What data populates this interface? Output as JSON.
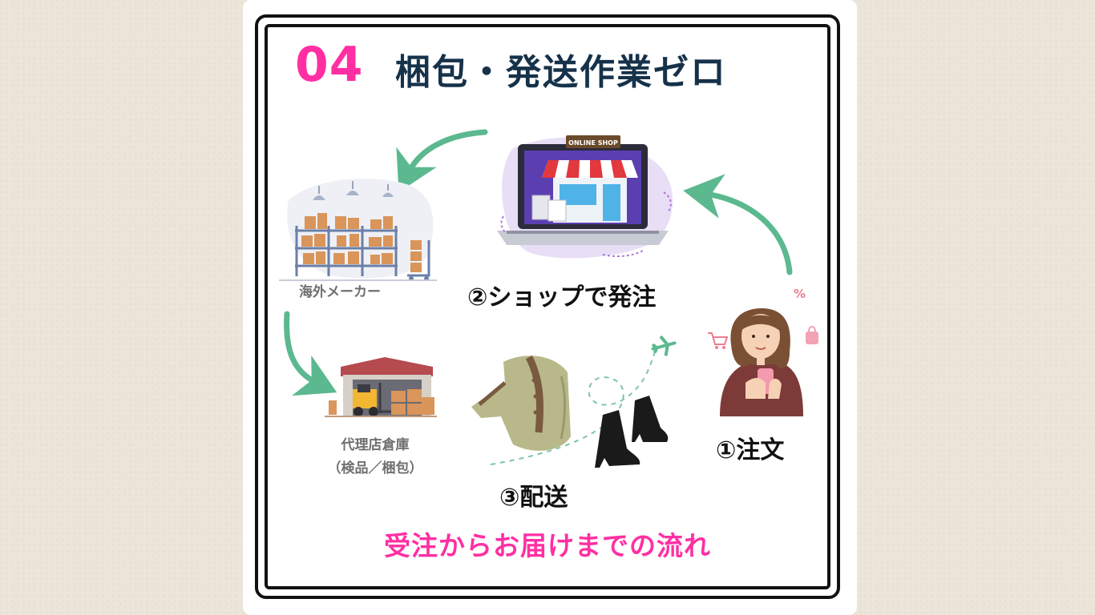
{
  "header": {
    "number": "04",
    "title": "梱包・発送作業ゼロ"
  },
  "diagram": {
    "shop_sign": "ONLINE SHOP",
    "step_order": "①注文",
    "step_shop": "②ショップで発注",
    "step_delivery": "③配送",
    "maker": "海外メーカー",
    "warehouse_line1": "代理店倉庫",
    "warehouse_line2": "（検品／梱包）",
    "percent_glyph": "%"
  },
  "footer": {
    "caption": "受注からお届けまでの流れ"
  },
  "colors": {
    "accent_pink": "#ff2fa3",
    "title_navy": "#16324a",
    "arrow_green": "#5bb88f"
  }
}
